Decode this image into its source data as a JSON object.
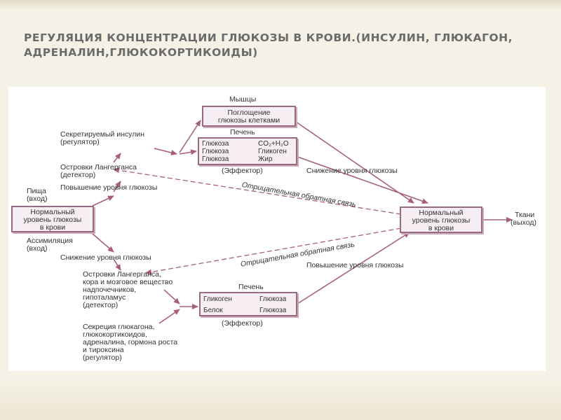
{
  "slide": {
    "title": "РЕГУЛЯЦИЯ КОНЦЕНТРАЦИИ ГЛЮКОЗЫ В КРОВИ.(ИНСУЛИН, ГЛЮКАГОН, АДРЕНАЛИН,ГЛЮКОКОРТИКОИДЫ)"
  },
  "diagram": {
    "muscles_label": "Мышцы",
    "muscle_box": [
      "Поглощение",
      "глюкозы клетками"
    ],
    "liver_top_label": "Печень",
    "liver_top_rows": [
      {
        "from": "Глюкоза",
        "to": "CO₂+H₂O"
      },
      {
        "from": "Глюкоза",
        "to": "Гликоген"
      },
      {
        "from": "Глюкоза",
        "to": "Жир"
      }
    ],
    "effector_top": "(Эффектор)",
    "insulin_label": [
      "Секретируемый инсулин",
      "(регулятор)"
    ],
    "islets_top": [
      "Островки Лангерганса",
      "(детектор)"
    ],
    "food_input": [
      "Пища",
      "(вход)"
    ],
    "glucose_rise_left": "Повышение уровня глюкозы",
    "normal_left": [
      "Нормальный",
      "уровень глюкозы",
      "в крови"
    ],
    "assimilation_input": [
      "Ассимиляция",
      "(вход)"
    ],
    "glucose_drop_left": "Снижение уровня глюкозы",
    "islets_bottom": [
      "Островки Лангерганса,",
      "кора и мозговое вещество",
      "надпочечников,",
      "гипоталамус",
      "(детектор)"
    ],
    "secretion_label": [
      "Секреция глюкагона,",
      "глюкокортикоидов,",
      "адреналина, гормона роста",
      "и тироксина",
      "(регулятор)"
    ],
    "liver_bottom_label": "Печень",
    "liver_bottom_rows": [
      {
        "from": "Гликоген",
        "to": "Глюкоза"
      },
      {
        "from": "Белок",
        "to": "Глюкоза"
      }
    ],
    "effector_bottom": "(Эффектор)",
    "glucose_drop_right": "Снижение уровня глюкозы",
    "glucose_rise_right": "Повышение уровня глюкозы",
    "normal_right": [
      "Нормальный",
      "уровень глюкозы",
      "в крови"
    ],
    "tissues_output": [
      "Ткани",
      "(выход)"
    ],
    "feedback_top": "Отрицательная обратная связь",
    "feedback_bottom": "Отрицательная обратная связь",
    "colors": {
      "box_border": "#9a6a84",
      "arrow": "#a86078",
      "title": "#6b6b6b"
    }
  }
}
